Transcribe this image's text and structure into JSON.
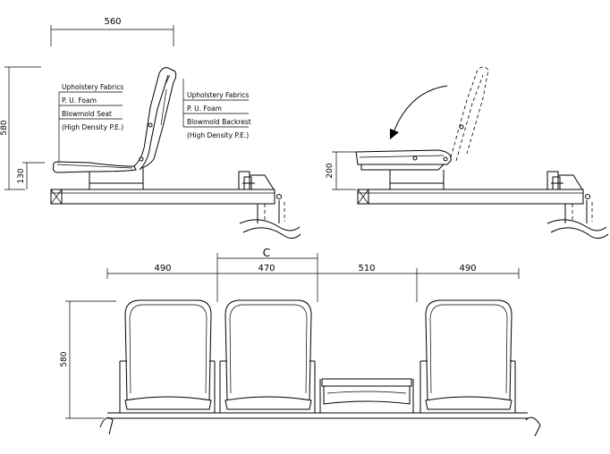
{
  "side_view": {
    "dim_width": "560",
    "dim_height_total": "580",
    "dim_height_seat": "130",
    "seat_labels": [
      "Upholstery Fabrics",
      "P. U. Foam",
      "Blowmold Seat",
      "(High Density P.E.)"
    ],
    "backrest_labels": [
      "Upholstery Fabrics",
      "P. U. Foam",
      "Blowmold Backrest",
      "(High Density P.E.)"
    ]
  },
  "folded_view": {
    "dim_height": "200"
  },
  "front_view": {
    "center_mark": "C",
    "spacing_dims": [
      "490",
      "470",
      "510",
      "490"
    ],
    "dim_height": "580"
  }
}
